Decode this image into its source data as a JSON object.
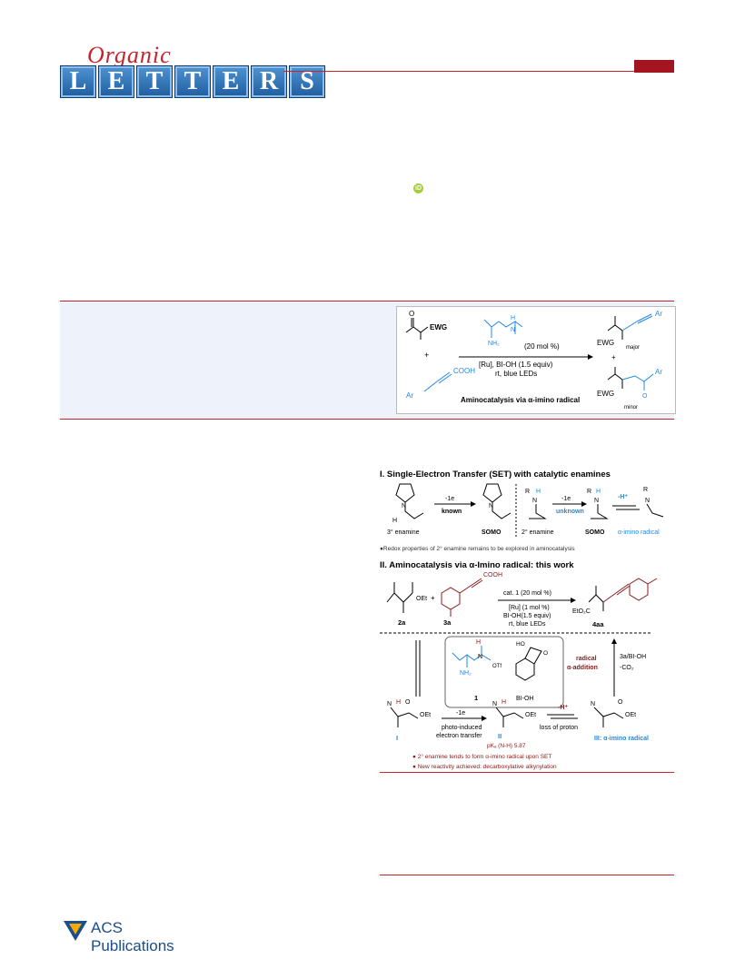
{
  "journal": {
    "script": "Organic",
    "letters": [
      "L",
      "E",
      "T",
      "T",
      "E",
      "R",
      "S"
    ]
  },
  "toc": {
    "reagent_top": "EWG",
    "plus1": "+",
    "acid": "COOH",
    "ar": "Ar",
    "catalyst_loading": "(20 mol %)",
    "cond1": "[Ru], BI-OH (1.5 equiv)",
    "cond2": "rt, blue LEDs",
    "caption": "Aminocatalysis via α-imino radical",
    "major": "major",
    "minor": "minor",
    "ewg": "EWG",
    "plus2": "+",
    "o": "O"
  },
  "scheme": {
    "sec1_title": "I. Single-Electron Transfer (SET) with catalytic enamines",
    "n3": "3° enamine",
    "minus1e_a": "-1e",
    "known": "known",
    "somo_a": "SOMO",
    "n2": "2° enamine",
    "minus1e_b": "-1e",
    "unknown": "unknown",
    "somo_b": "SOMO",
    "minus_h": "-H⁺",
    "alpha_imino_a": "α-imino radical",
    "note1": "●Redox properties of 2° enamine remains to be explored in aminocatalysis",
    "sec2_title": "II. Aminocatalysis via α-Imino radical: this work",
    "lbl_2a": "2a",
    "lbl_3a": "3a",
    "lbl_4aa": "4aa",
    "cooh": "COOH",
    "oet": "OEt",
    "cat": "cat. 1 (20 mol %)",
    "ru": "[Ru] (1 mol %)",
    "bioh": "BI-OH(1.5 equiv)",
    "rt": "rt,  blue LEDs",
    "eto2c": "EtO₂C",
    "lbl_1": "1",
    "lbl_bioh": "BI-OH",
    "otf": "OTf",
    "nh2": "NH₂",
    "ho": "HO",
    "radical": "radical",
    "alpha_add": "α-addition",
    "reagent_right": "3a/BI-OH",
    "co2": "-CO₂",
    "lbl_I": "I",
    "lbl_II": "II",
    "photo1": "photo-induced",
    "photo2": "electron transfer",
    "minus1e_c": "-1e",
    "minus_h2": "-H⁺",
    "loss": "loss of proton",
    "pka": "pKₐ (N-H) 5.87",
    "lbl_III": "III: α-imino radical",
    "bullet1": "● 2° enamine tends to  form α-imino radical upon SET",
    "bullet2": "● New reactivity achieved: decarboxylative alkynylation"
  },
  "footer": {
    "publisher": "ACS Publications"
  },
  "colors": {
    "accent_red": "#c8232c",
    "blue": "#1e88e5",
    "dark_red": "#a3161f"
  }
}
